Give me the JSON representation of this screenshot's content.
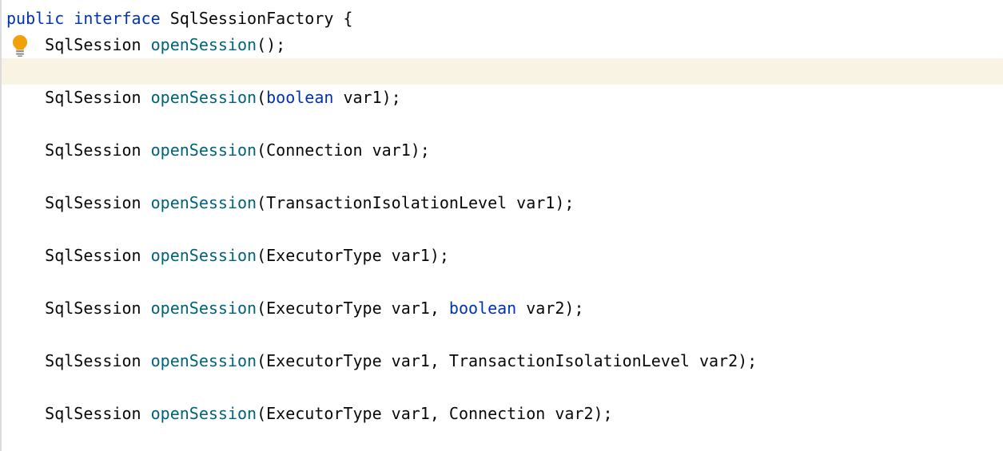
{
  "app": {
    "kind": "code-editor",
    "language": "java"
  },
  "editor": {
    "background": "#ffffff",
    "left_border_color": "#dcdcdc",
    "caret_row_color": "#f9f3e3",
    "syntax_colors": {
      "keyword": "#0033b3",
      "method": "#00627a",
      "plain": "#080808"
    },
    "bulb": {
      "icon": "intention-lightbulb-icon",
      "body_color": "#f0a10a",
      "base_color": "#85898c"
    },
    "lines": [
      {
        "segments": [
          {
            "t": "public interface",
            "c": "keyword"
          },
          {
            "t": " SqlSessionFactory {",
            "c": "plain"
          }
        ]
      },
      {
        "bulb": true,
        "segments": [
          {
            "t": "    SqlSession ",
            "c": "plain"
          },
          {
            "t": "openSession",
            "c": "method"
          },
          {
            "t": "();",
            "c": "plain"
          }
        ]
      },
      {
        "highlight": true,
        "segments": []
      },
      {
        "segments": [
          {
            "t": "    SqlSession ",
            "c": "plain"
          },
          {
            "t": "openSession",
            "c": "method"
          },
          {
            "t": "(",
            "c": "plain"
          },
          {
            "t": "boolean",
            "c": "keyword"
          },
          {
            "t": " var1);",
            "c": "plain"
          }
        ]
      },
      {
        "segments": []
      },
      {
        "segments": [
          {
            "t": "    SqlSession ",
            "c": "plain"
          },
          {
            "t": "openSession",
            "c": "method"
          },
          {
            "t": "(Connection var1);",
            "c": "plain"
          }
        ]
      },
      {
        "segments": []
      },
      {
        "segments": [
          {
            "t": "    SqlSession ",
            "c": "plain"
          },
          {
            "t": "openSession",
            "c": "method"
          },
          {
            "t": "(TransactionIsolationLevel var1);",
            "c": "plain"
          }
        ]
      },
      {
        "segments": []
      },
      {
        "segments": [
          {
            "t": "    SqlSession ",
            "c": "plain"
          },
          {
            "t": "openSession",
            "c": "method"
          },
          {
            "t": "(ExecutorType var1);",
            "c": "plain"
          }
        ]
      },
      {
        "segments": []
      },
      {
        "segments": [
          {
            "t": "    SqlSession ",
            "c": "plain"
          },
          {
            "t": "openSession",
            "c": "method"
          },
          {
            "t": "(ExecutorType var1, ",
            "c": "plain"
          },
          {
            "t": "boolean",
            "c": "keyword"
          },
          {
            "t": " var2);",
            "c": "plain"
          }
        ]
      },
      {
        "segments": []
      },
      {
        "segments": [
          {
            "t": "    SqlSession ",
            "c": "plain"
          },
          {
            "t": "openSession",
            "c": "method"
          },
          {
            "t": "(ExecutorType var1, TransactionIsolationLevel var2);",
            "c": "plain"
          }
        ]
      },
      {
        "segments": []
      },
      {
        "segments": [
          {
            "t": "    SqlSession ",
            "c": "plain"
          },
          {
            "t": "openSession",
            "c": "method"
          },
          {
            "t": "(ExecutorType var1, Connection var2);",
            "c": "plain"
          }
        ]
      },
      {
        "segments": []
      }
    ]
  }
}
